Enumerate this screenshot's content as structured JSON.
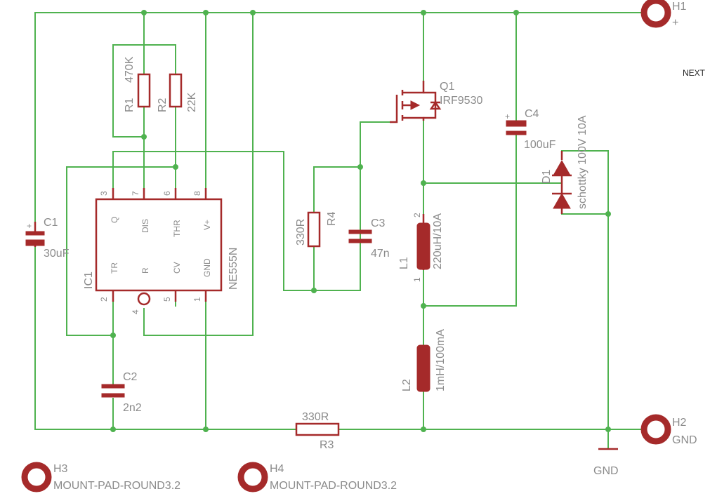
{
  "parts": {
    "R1": {
      "name": "R1",
      "value": "470K"
    },
    "R2": {
      "name": "R2",
      "value": "22K"
    },
    "R3": {
      "name": "R3",
      "value": "330R"
    },
    "R4": {
      "name": "R4",
      "value": "330R"
    },
    "C1": {
      "name": "C1",
      "value": "30uF"
    },
    "C2": {
      "name": "C2",
      "value": "2n2"
    },
    "C3": {
      "name": "C3",
      "value": "47n"
    },
    "C4": {
      "name": "C4",
      "value": "100uF"
    },
    "Q1": {
      "name": "Q1",
      "value": "IRF9530"
    },
    "D1": {
      "name": "D1",
      "value": "schottky 100V 10A"
    },
    "L1": {
      "name": "L1",
      "value": "220uH/10A"
    },
    "L2": {
      "name": "L2",
      "value": "1mH/100mA"
    },
    "IC1": {
      "name": "IC1",
      "value": "NE555N",
      "pin_numbers": {
        "p3": "3",
        "p7": "7",
        "p6": "6",
        "p8": "8",
        "p2": "2",
        "p4": "4",
        "p5": "5",
        "p1": "1"
      },
      "pin_names": {
        "q": "Q",
        "dis": "DIS",
        "thr": "THR",
        "vplus": "V+",
        "tr": "TR",
        "r": "R",
        "cv": "CV",
        "gnd": "GND"
      }
    },
    "H1": {
      "name": "H1",
      "value": "+"
    },
    "H2": {
      "name": "H2",
      "value": "GND"
    },
    "H3": {
      "name": "H3",
      "value": "MOUNT-PAD-ROUND3.2"
    },
    "H4": {
      "name": "H4",
      "value": "MOUNT-PAD-ROUND3.2"
    }
  },
  "pin_labels": {
    "l1_top": "2",
    "l1_bottom": "1",
    "c1_plus": "+",
    "c4_plus": "+"
  },
  "gnd_symbol": "GND",
  "corner_text": "NEXT",
  "colors": {
    "wire": "#4fb24f",
    "part": "#a52a2a",
    "label": "#8b8b8b"
  }
}
